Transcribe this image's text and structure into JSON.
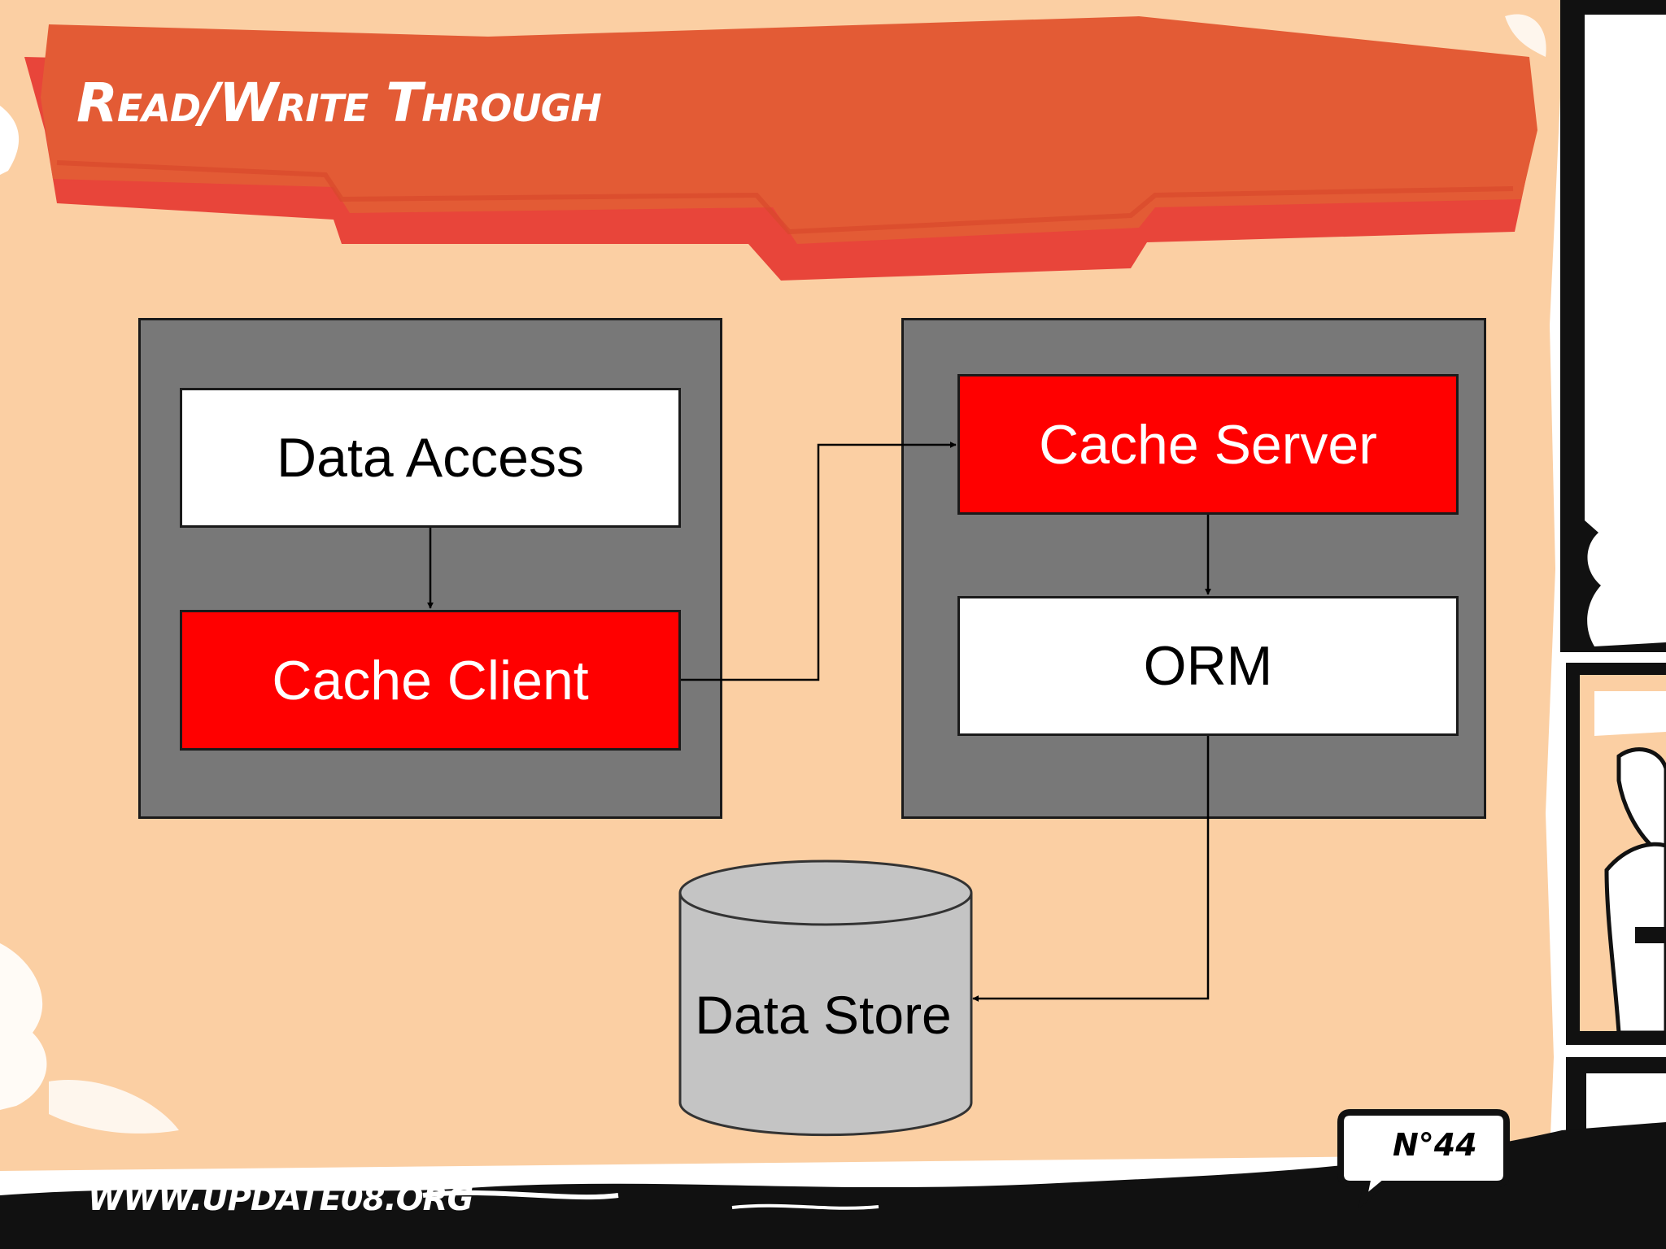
{
  "slide": {
    "title": "Read/Write Through",
    "footer_url": "WWW.UPDATE08.ORG",
    "page_number": "N°44"
  },
  "diagram": {
    "client_node": {
      "data_access": "Data Access",
      "cache_client": "Cache Client"
    },
    "server_node": {
      "cache_server": "Cache Server",
      "orm": "ORM"
    },
    "data_store": "Data Store"
  },
  "colors": {
    "background": "#fbcfa3",
    "banner": "#e35b35",
    "panel": "#787878",
    "red_box": "#ff0000",
    "white_box": "#ffffff",
    "cylinder": "#c4c4c4"
  }
}
